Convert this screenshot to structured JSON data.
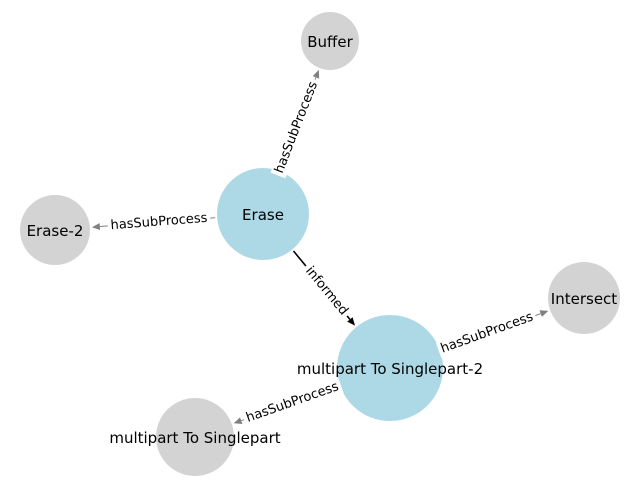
{
  "graph": {
    "colors": {
      "primary_node": "#add8e6",
      "secondary_node": "#d3d3d3",
      "primary_edge": "#000000",
      "secondary_edge": "#808080",
      "background": "#ffffff"
    },
    "nodes": [
      {
        "id": "erase",
        "label": "Erase",
        "kind": "primary"
      },
      {
        "id": "multipart2",
        "label": "multipart To Singlepart-2",
        "kind": "primary"
      },
      {
        "id": "buffer",
        "label": "Buffer",
        "kind": "secondary"
      },
      {
        "id": "erase2",
        "label": "Erase-2",
        "kind": "secondary"
      },
      {
        "id": "intersect",
        "label": "Intersect",
        "kind": "secondary"
      },
      {
        "id": "multipart",
        "label": "multipart To Singlepart",
        "kind": "secondary"
      }
    ],
    "edges": [
      {
        "source": "erase",
        "target": "buffer",
        "label": "hasSubProcess",
        "kind": "secondary"
      },
      {
        "source": "erase",
        "target": "erase2",
        "label": "hasSubProcess",
        "kind": "secondary"
      },
      {
        "source": "erase",
        "target": "multipart2",
        "label": "informed",
        "kind": "primary"
      },
      {
        "source": "multipart2",
        "target": "intersect",
        "label": "hasSubProcess",
        "kind": "secondary"
      },
      {
        "source": "multipart2",
        "target": "multipart",
        "label": "hasSubProcess",
        "kind": "secondary"
      }
    ]
  }
}
